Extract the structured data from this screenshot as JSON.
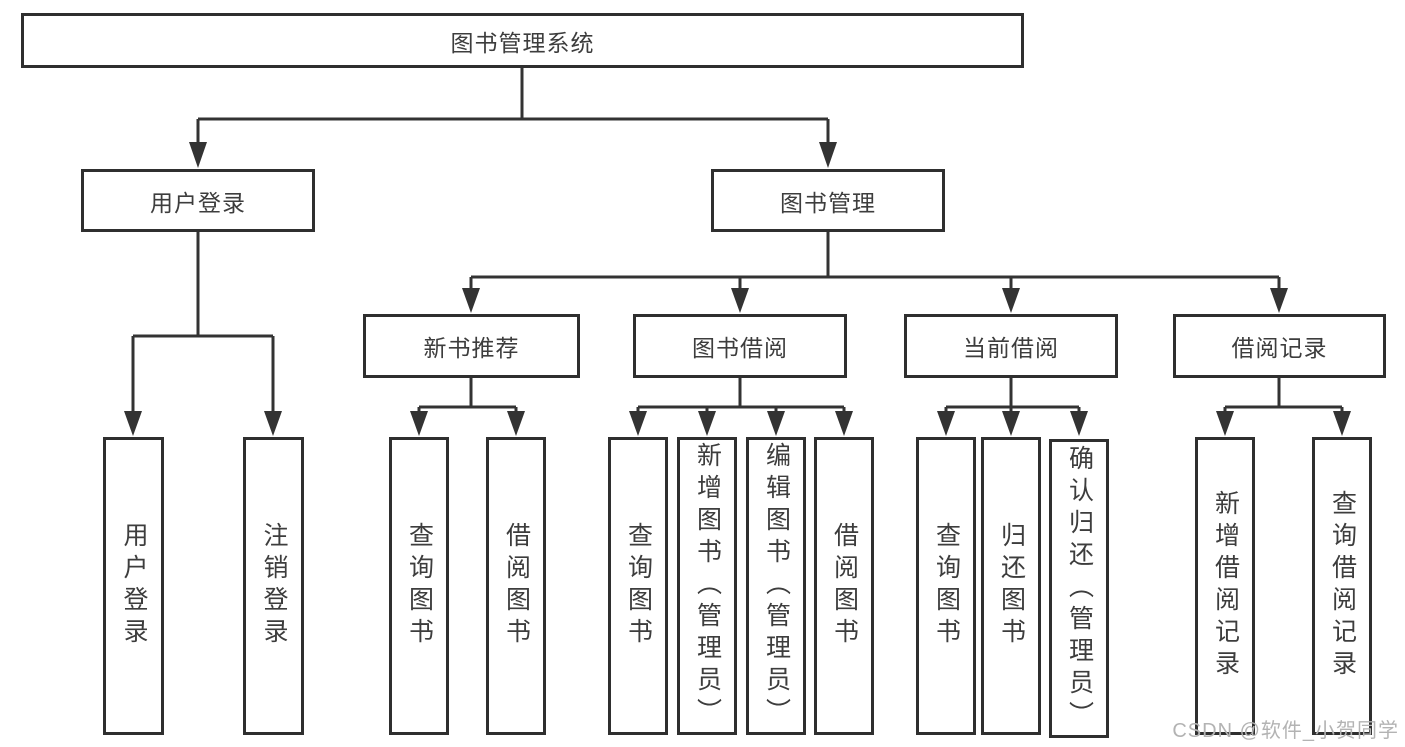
{
  "colors": {
    "ink": "#333333",
    "box_border": "#2f2f2f",
    "text": "#3d3d3d",
    "watermark": "#b3b3b3"
  },
  "nodes": {
    "root": "图书管理系统",
    "user_login": "用户登录",
    "book_mgmt": "图书管理",
    "new_book": "新书推荐",
    "book_borrow": "图书借阅",
    "current_borrow": "当前借阅",
    "borrow_records": "借阅记录",
    "leaves": {
      "user_login": [
        "用户登录",
        "注销登录"
      ],
      "new_book": [
        "查询图书",
        "借阅图书"
      ],
      "book_borrow": [
        "查询图书",
        "新增图书（管理员）",
        "编辑图书（管理员）",
        "借阅图书"
      ],
      "current_borrow": [
        "查询图书",
        "归还图书",
        "确认归还（管理员）"
      ],
      "borrow_records": [
        "新增借阅记录",
        "查询借阅记录"
      ]
    }
  },
  "watermark": "CSDN @软件_小贺同学"
}
